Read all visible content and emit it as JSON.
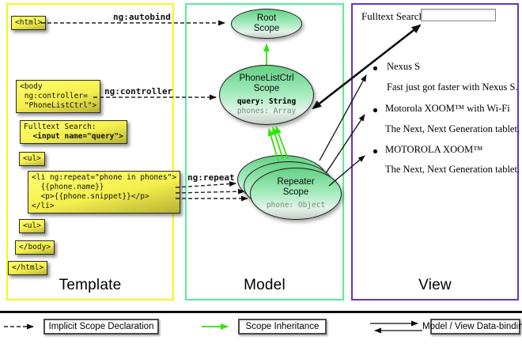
{
  "template_column": {
    "label": "Template",
    "boxes": {
      "html_open": "<html>",
      "body_open": [
        "<body",
        " ng:controller=",
        " \"PhoneListCtrl\">"
      ],
      "fulltext_label": "Fulltext Search:",
      "fulltext_input_code": "  <input name=\"query\">",
      "ul_open": "<ul>",
      "li_repeat": [
        "<li ng:repeat=\"phone in phones\">",
        "  {{phone.name}}",
        "  <p>{{phone.snippet}}</p>",
        "</li>"
      ],
      "ul_close": "<ul>",
      "body_close": "</body>",
      "html_close": "</html>"
    },
    "edge_labels": {
      "autobind": "ng:autobind",
      "controller": "ng:controller",
      "repeat": "ng:repeat"
    }
  },
  "model_column": {
    "label": "Model",
    "root_scope": {
      "line1": "Root",
      "line2": "Scope"
    },
    "ctrl_scope": {
      "line1": "PhoneListCtrl",
      "line2": "Scope",
      "prop1": "query: String",
      "prop2": "phones: Array"
    },
    "repeater_scope": {
      "line1": "Repeater",
      "line2": "Scope",
      "prop1": "phone: Object"
    }
  },
  "view_column": {
    "label": "View",
    "search_label": "Fulltext Search:",
    "search_value": "",
    "items": [
      {
        "title": "Nexus S",
        "desc": "Fast just got faster with Nexus S."
      },
      {
        "title": "Motorola XOOM™ with Wi-Fi",
        "desc": "The Next, Next Generation tablet."
      },
      {
        "title": "MOTOROLA XOOM™",
        "desc": "The Next, Next Generation tablet."
      }
    ]
  },
  "legend": {
    "implicit": "Implicit Scope Declaration",
    "inheritance": "Scope Inheritance",
    "binding": "Model / View Data-binding"
  },
  "colors": {
    "template_border": "#f7f718",
    "model_border": "#55ee99",
    "view_border": "#6633cc",
    "scope_inheritance_arrow": "#2ce600",
    "code_box_yellow": "#f4ef4d",
    "scope_fill_green": "#a9ecc1"
  }
}
